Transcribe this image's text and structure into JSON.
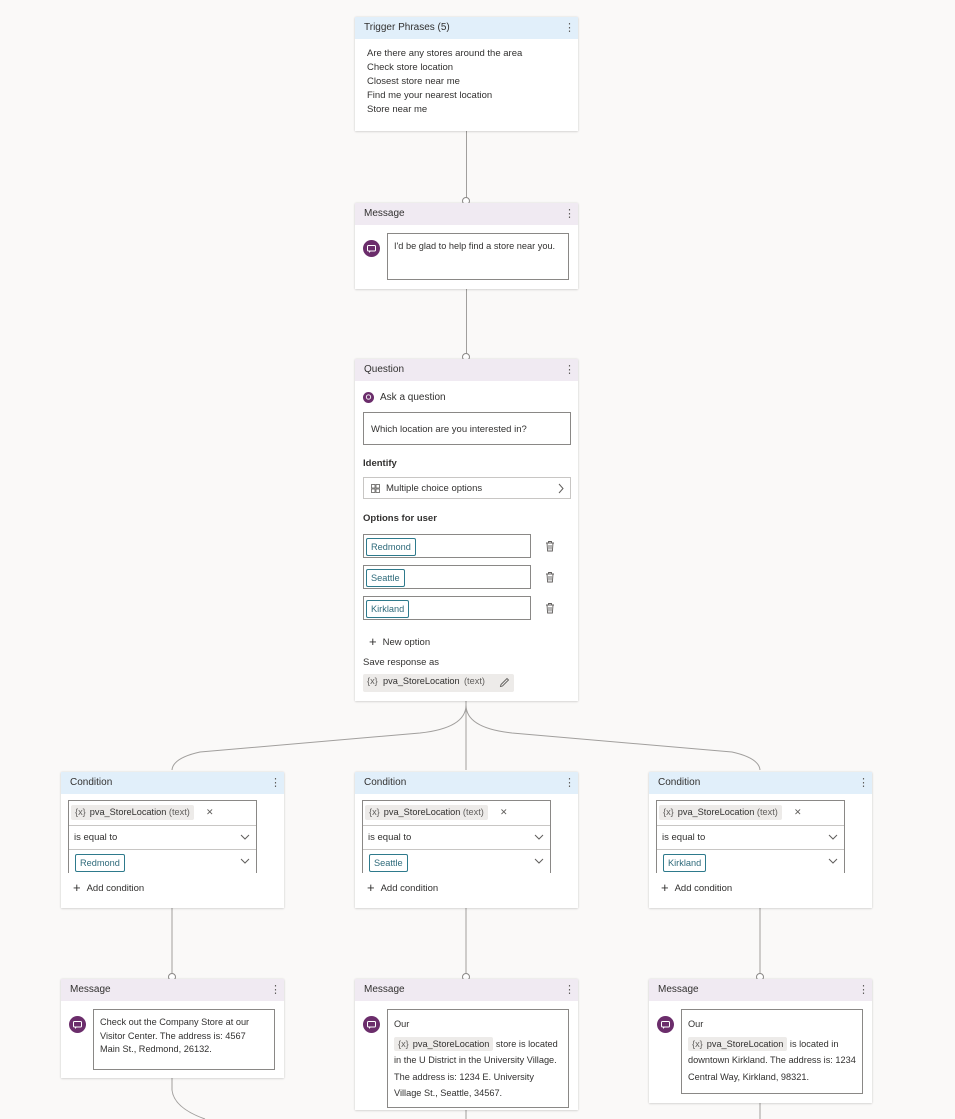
{
  "trigger": {
    "title": "Trigger Phrases (5)",
    "phrases": [
      "Are there any stores around the area",
      "Check store location",
      "Closest store near me",
      "Find me your nearest location",
      "Store near me"
    ]
  },
  "message1": {
    "title": "Message",
    "text": "I'd be glad to help find a store near you."
  },
  "question": {
    "title": "Question",
    "ask_label": "Ask a question",
    "prompt": "Which location are you interested in?",
    "identify_label": "Identify",
    "identify_value": "Multiple choice options",
    "options_label": "Options for user",
    "options": [
      "Redmond",
      "Seattle",
      "Kirkland"
    ],
    "new_option_label": "New option",
    "save_label": "Save response as",
    "save_var": "pva_StoreLocation",
    "save_type": "(text)"
  },
  "conditions": [
    {
      "title": "Condition",
      "var": "pva_StoreLocation",
      "type": "(text)",
      "operator": "is equal to",
      "value": "Redmond",
      "add_label": "Add condition"
    },
    {
      "title": "Condition",
      "var": "pva_StoreLocation",
      "type": "(text)",
      "operator": "is equal to",
      "value": "Seattle",
      "add_label": "Add condition"
    },
    {
      "title": "Condition",
      "var": "pva_StoreLocation",
      "type": "(text)",
      "operator": "is equal to",
      "value": "Kirkland",
      "add_label": "Add condition"
    }
  ],
  "messages": [
    {
      "title": "Message",
      "text": "Check out the Company Store at our Visitor Center. The address is: 4567 Main St., Redmond, 26132."
    },
    {
      "title": "Message",
      "intro": "Our",
      "var": "pva_StoreLocation",
      "text": "store is located in the U District in the University Village. The address is: 1234 E. University Village St., Seattle, 34567."
    },
    {
      "title": "Message",
      "intro": "Our",
      "var": "pva_StoreLocation",
      "text": "is located in downtown Kirkland. The address is: 1234 Central Way, Kirkland, 98321."
    }
  ],
  "icons": {
    "var_symbol": "{x}",
    "kebab": "⋮",
    "close": "✕"
  },
  "colors": {
    "header_blue": "#e1effa",
    "header_purple": "#f0eaf2",
    "message_icon": "#6b2d6b",
    "option_chip": "#2e7a8c"
  }
}
